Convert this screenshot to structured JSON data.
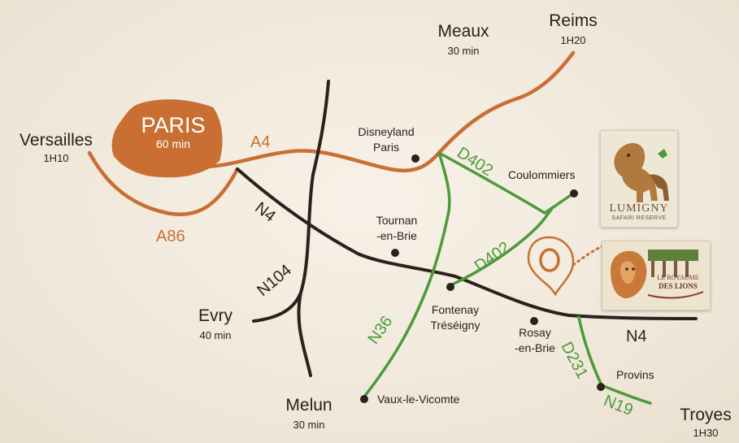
{
  "paris": {
    "name": "PARIS",
    "time": "60 min"
  },
  "cities": {
    "versailles": {
      "name": "Versailles",
      "time": "1H10"
    },
    "meaux": {
      "name": "Meaux",
      "time": "30 min"
    },
    "reims": {
      "name": "Reims",
      "time": "1H20"
    },
    "evry": {
      "name": "Evry",
      "time": "40 min"
    },
    "melun": {
      "name": "Melun",
      "time": "30 min"
    },
    "troyes": {
      "name": "Troyes",
      "time": "1H30"
    }
  },
  "places": {
    "disneyland": {
      "line1": "Disneyland",
      "line2": "Paris"
    },
    "coulommiers": "Coulommiers",
    "tournan": {
      "line1": "Tournan",
      "line2": "-en-Brie"
    },
    "fontenay": {
      "line1": "Fontenay",
      "line2": "Tréséigny"
    },
    "rosay": {
      "line1": "Rosay",
      "line2": "-en-Brie"
    },
    "provins": "Provins",
    "vaux": "Vaux-le-Vicomte"
  },
  "roads": {
    "a4": "A4",
    "a86": "A86",
    "n4_west": "N4",
    "n4_east": "N4",
    "n104": "N104",
    "n36": "N36",
    "d402_north": "D402",
    "d402_south": "D402",
    "d231": "D231",
    "n19": "N19"
  },
  "logos": {
    "lumigny": {
      "line1": "LUMIGNY",
      "line2": "SAFARI RESERVE"
    },
    "royaume": {
      "line1": "LE ROYAUME",
      "line2": "DES LIONS"
    }
  },
  "colors": {
    "orange": "#c96f33",
    "dark_road": "#2e211b",
    "green": "#4d9a3a",
    "paper": "#f3ece1",
    "marker": "#c96f33"
  },
  "icons": {
    "marker": "location-pin-icon",
    "dot": "town-dot-icon"
  }
}
